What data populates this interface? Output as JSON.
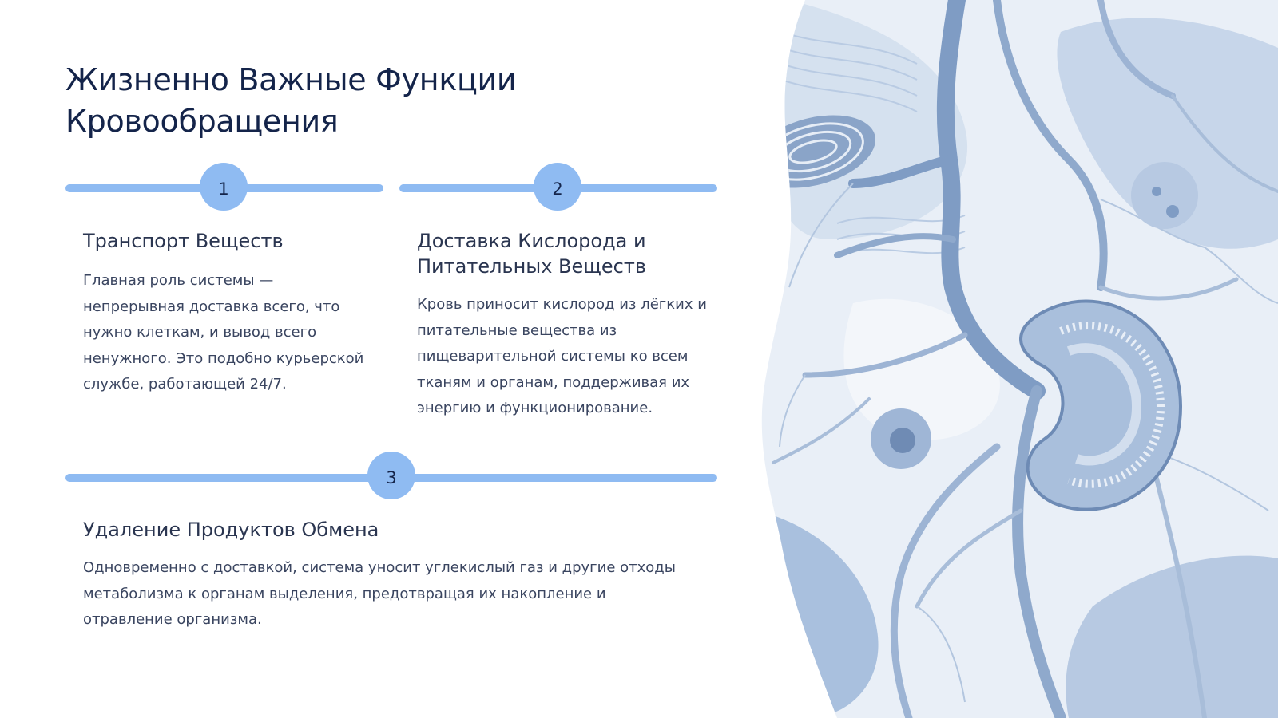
{
  "title": "Жизненно Важные Функции Кровообращения",
  "steps": [
    {
      "number": "1",
      "heading": "Транспорт Веществ",
      "text": "Главная роль системы — непрерывная доставка всего, что нужно клеткам, и вывод всего ненужного. Это подобно курьерской службе, работающей 24/7."
    },
    {
      "number": "2",
      "heading": "Доставка Кислорода и Питательных Веществ",
      "text": "Кровь приносит кислород из лёгких и питательные вещества из пищеварительной системы ко всем тканям и органам, поддерживая их энергию и функционирование."
    },
    {
      "number": "3",
      "heading": "Удаление Продуктов Обмена",
      "text": "Одновременно с доставкой, система уносит углекислый газ и другие отходы метаболизма к органам выделения, предотвращая их накопление и отравление организма."
    }
  ],
  "colors": {
    "accent": "#8fbbf2",
    "title": "#14244a",
    "text": "#3a4560",
    "illustration_dark": "#7f9cc4",
    "illustration_light": "#c9d8ea"
  },
  "illustration": {
    "subject": "stylized blood vessels branching to a kidney-shaped organ, blue tones",
    "icon": "circulatory-illustration"
  }
}
